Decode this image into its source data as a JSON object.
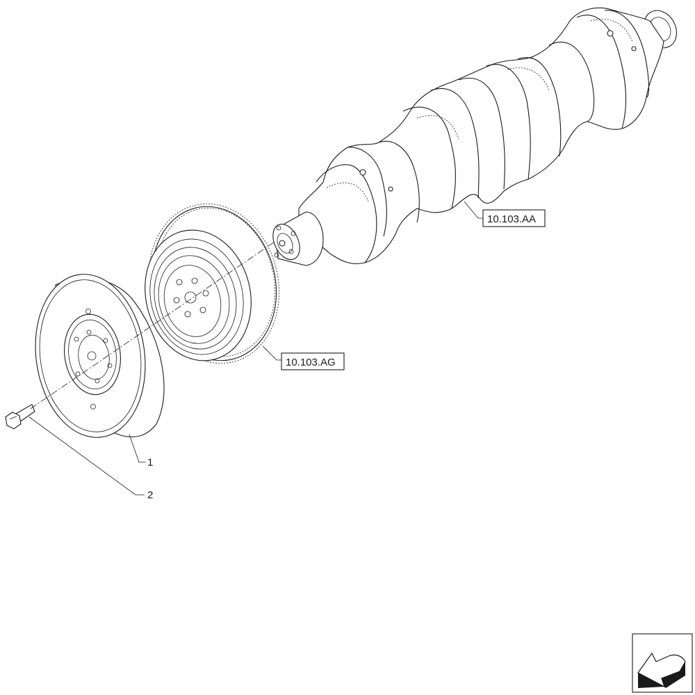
{
  "callouts": {
    "item_1": "1",
    "item_2": "2",
    "ref_crankshaft": "10.103.AA",
    "ref_flywheel": "10.103.AG"
  },
  "icons": {
    "nav": "arrow-back-icon"
  },
  "colors": {
    "line": "#1a1a1a",
    "background": "#ffffff"
  }
}
